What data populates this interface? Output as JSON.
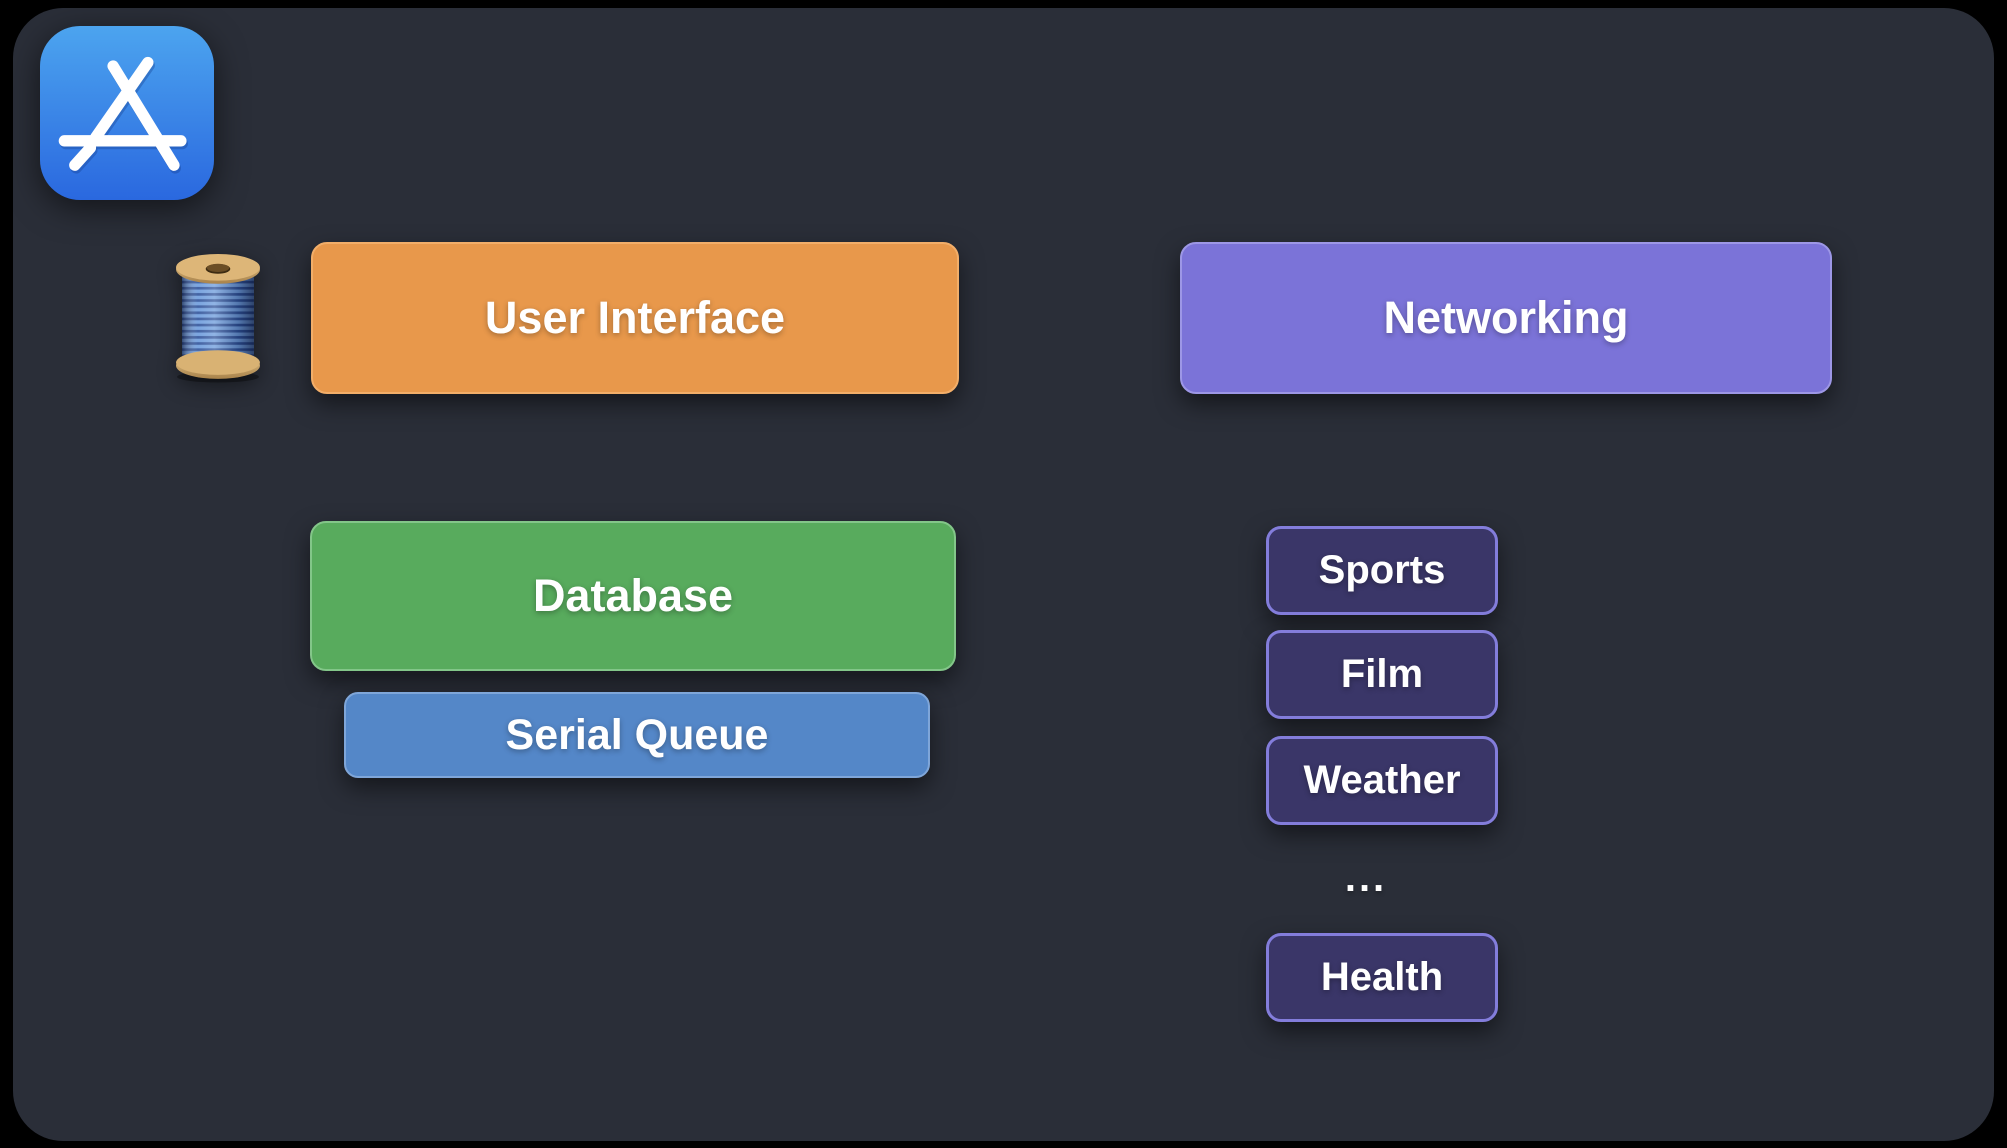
{
  "diagram": {
    "background_color": "#000000",
    "surface_color": "#2A2E38",
    "text_color": "#FFFFFF",
    "icons": {
      "app_store": "app-store-icon",
      "thread_spool": "thread-spool-icon"
    },
    "nodes": {
      "user_interface": {
        "label": "User Interface",
        "fill": "#E8984B",
        "border": "#F2AE69"
      },
      "networking": {
        "label": "Networking",
        "fill": "#7B73D8",
        "border": "#9D97E6"
      },
      "database": {
        "label": "Database",
        "fill": "#58AB5D",
        "border": "#83C689"
      },
      "serial_queue": {
        "label": "Serial Queue",
        "fill": "#5487C8",
        "border": "#7FA6D9"
      },
      "topics": {
        "fill": "#3A3668",
        "border": "#837DDB",
        "ellipsis": "...",
        "items": [
          {
            "label": "Sports"
          },
          {
            "label": "Film"
          },
          {
            "label": "Weather"
          },
          {
            "label": "Health"
          }
        ]
      }
    }
  }
}
